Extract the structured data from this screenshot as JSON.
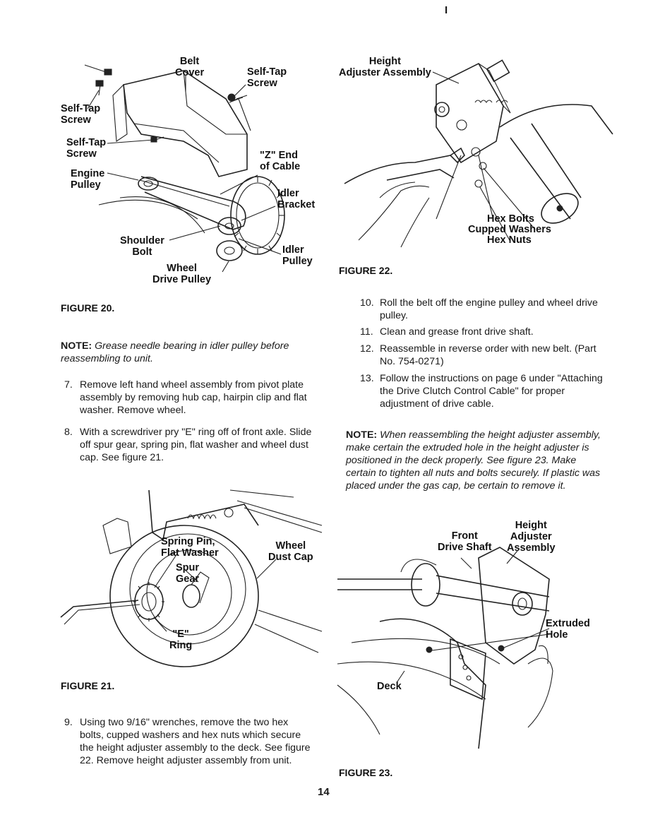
{
  "header": {
    "mark": "I"
  },
  "figure20": {
    "caption": "FIGURE 20.",
    "labels": {
      "belt_cover": "Belt\nCover",
      "self_tap_screw_right": "Self-Tap\nScrew",
      "self_tap_screw_top_left": "Self-Tap\nScrew",
      "self_tap_screw_left": "Self-Tap\nScrew",
      "engine_pulley": "Engine\nPulley",
      "z_end_cable": "\"Z\" End\nof Cable",
      "idler_bracket": "Idler\nBracket",
      "shoulder_bolt": "Shoulder\nBolt",
      "idler_pulley": "Idler\nPulley",
      "wheel_drive_pulley": "Wheel\nDrive Pulley"
    }
  },
  "figure21": {
    "caption": "FIGURE 21.",
    "labels": {
      "spring_pin_flat_washer": "Spring Pin,\nFlat Washer",
      "wheel_dust_cap": "Wheel\nDust Cap",
      "spur_gear": "Spur\nGear",
      "e_ring": "\"E\"\nRing"
    }
  },
  "figure22": {
    "caption": "FIGURE 22.",
    "labels": {
      "height_adjuster_assembly": "Height\nAdjuster Assembly",
      "hex_bolts": "Hex Bolts",
      "cupped_washers": "Cupped Washers",
      "hex_nuts": "Hex Nuts"
    }
  },
  "figure23": {
    "caption": "FIGURE 23.",
    "labels": {
      "height_adjuster_assembly": "Height\nAdjuster\nAssembly",
      "front_drive_shaft": "Front\nDrive Shaft",
      "extruded_hole": "Extruded\nHole",
      "deck": "Deck"
    }
  },
  "left_column": {
    "note_label": "NOTE:",
    "note_text": "Grease needle bearing in idler pulley before reassembling to unit.",
    "steps": [
      {
        "num": "7.",
        "text": "Remove left hand wheel assembly from pivot plate assembly by removing hub cap, hairpin clip and flat washer. Remove wheel."
      },
      {
        "num": "8.",
        "text": "With a screwdriver pry \"E\" ring off of front axle. Slide off spur gear, spring pin, flat washer and wheel dust cap. See figure 21."
      },
      {
        "num": "9.",
        "text": "Using two 9/16\" wrenches, remove the two hex bolts, cupped washers and hex nuts which secure the height adjuster assembly to the deck. See figure 22. Remove height adjuster assembly from unit."
      }
    ]
  },
  "right_column": {
    "steps": [
      {
        "num": "10.",
        "text": "Roll the belt off the engine pulley and wheel drive pulley."
      },
      {
        "num": "11.",
        "text": "Clean and grease front drive shaft."
      },
      {
        "num": "12.",
        "text": "Reassemble in reverse order with new belt. (Part No. 754-0271)"
      },
      {
        "num": "13.",
        "text": "Follow the instructions on page 6 under \"Attaching the Drive Clutch Control Cable\" for proper adjustment of drive cable."
      }
    ],
    "note_label": "NOTE:",
    "note_text": "When reassembling the height adjuster assembly, make certain the extruded hole in the height adjuster is positioned in the deck properly. See figure 23. Make certain to tighten all nuts and bolts securely. If plastic was placed under the gas cap, be certain to remove it."
  },
  "footer": {
    "page_number": "14"
  }
}
